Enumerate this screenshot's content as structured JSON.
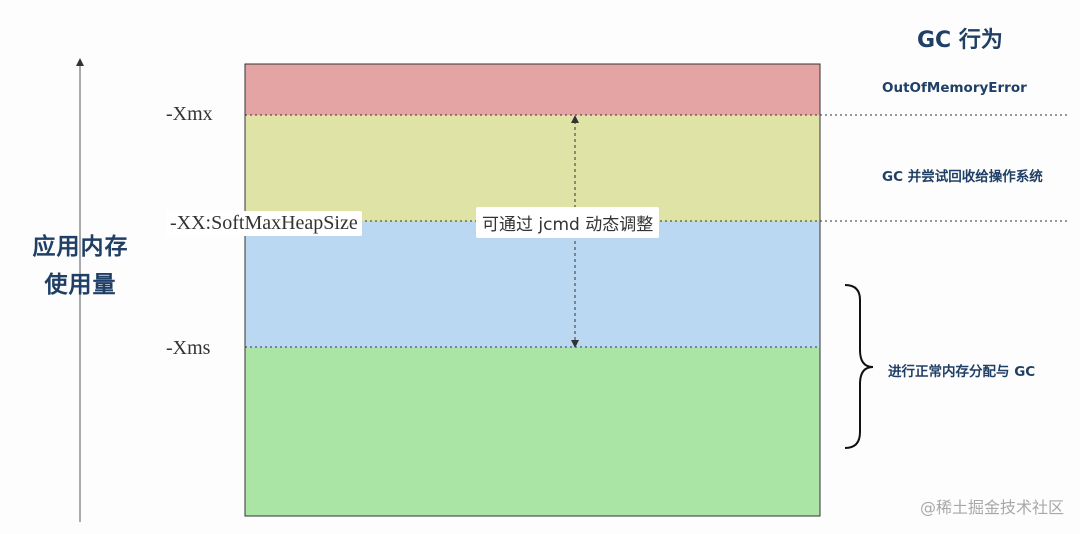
{
  "y_axis_label_lines": [
    "应用内存",
    "使用量"
  ],
  "markers": {
    "xmx": "-Xmx",
    "soft_max": "-XX:SoftMaxHeapSize",
    "xms": "-Xms"
  },
  "adjust_note": "可通过 jcmd 动态调整",
  "gc_header": "GC 行为",
  "gc_behaviors": {
    "oom": "OutOfMemoryError",
    "reclaim": "GC 并尝试回收给操作系统",
    "normal": "进行正常内存分配与 GC"
  },
  "zone_colors": {
    "oom": "#e3a4a3",
    "reclaim": "#dfe4a6",
    "soft": "#bad8f1",
    "normal": "#abe5a5"
  },
  "watermark": "@稀土掘金技术社区"
}
